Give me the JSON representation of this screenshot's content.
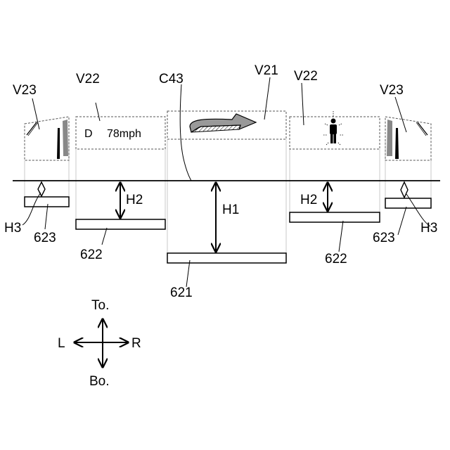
{
  "labels": {
    "v23": "V23",
    "v22": "V22",
    "c43": "C43",
    "v21": "V21",
    "h1": "H1",
    "h2": "H2",
    "h3": "H3",
    "b621": "621",
    "b622": "622",
    "b623": "623"
  },
  "hud": {
    "gear": "D",
    "speed": "78mph"
  },
  "compass": {
    "top": "To.",
    "bottom": "Bo.",
    "left": "L",
    "right": "R"
  },
  "icons": {
    "navigation": "route-arrow-icon",
    "pedestrian": "pedestrian-icon",
    "mirror": "side-mirror-icon"
  }
}
